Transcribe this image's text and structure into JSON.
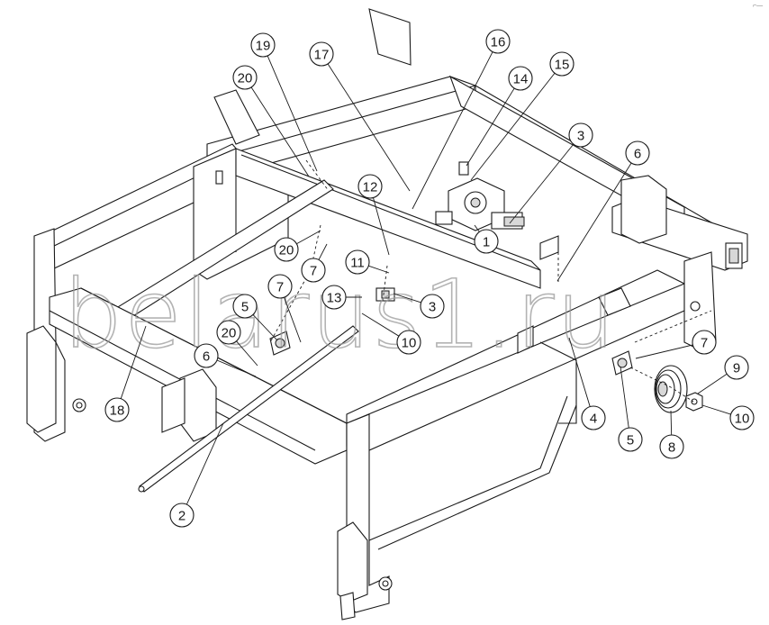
{
  "diagram": {
    "watermark": "belarus1.ru",
    "corner_mark": "⌐—",
    "callouts": [
      {
        "id": "c19a",
        "label": "19"
      },
      {
        "id": "c20a",
        "label": "20"
      },
      {
        "id": "c17",
        "label": "17"
      },
      {
        "id": "c16",
        "label": "16"
      },
      {
        "id": "c14",
        "label": "14"
      },
      {
        "id": "c15",
        "label": "15"
      },
      {
        "id": "c3a",
        "label": "3"
      },
      {
        "id": "c6a",
        "label": "6"
      },
      {
        "id": "c12",
        "label": "12"
      },
      {
        "id": "c1",
        "label": "1"
      },
      {
        "id": "c20b",
        "label": "20"
      },
      {
        "id": "c7a",
        "label": "7"
      },
      {
        "id": "c11",
        "label": "11"
      },
      {
        "id": "c7b",
        "label": "7"
      },
      {
        "id": "c5a",
        "label": "5"
      },
      {
        "id": "c13",
        "label": "13"
      },
      {
        "id": "c3b",
        "label": "3"
      },
      {
        "id": "c10a",
        "label": "10"
      },
      {
        "id": "c20c",
        "label": "20"
      },
      {
        "id": "c6b",
        "label": "6"
      },
      {
        "id": "c18",
        "label": "18"
      },
      {
        "id": "c7c",
        "label": "7"
      },
      {
        "id": "c9",
        "label": "9"
      },
      {
        "id": "c10b",
        "label": "10"
      },
      {
        "id": "c4",
        "label": "4"
      },
      {
        "id": "c5b",
        "label": "5"
      },
      {
        "id": "c8",
        "label": "8"
      },
      {
        "id": "c2",
        "label": "2"
      }
    ]
  }
}
